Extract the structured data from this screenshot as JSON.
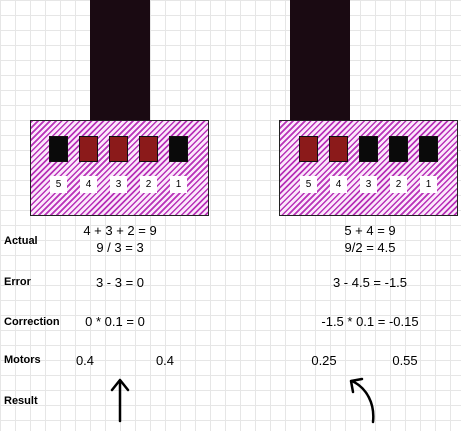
{
  "colors": {
    "stem": "#1a0a12",
    "board_hatch": "#b832b8",
    "board_fill": "#fbe8fb",
    "sensor_on": "#8b1a1a",
    "sensor_off": "#0a0a0a"
  },
  "row_labels": {
    "actual": "Actual",
    "error": "Error",
    "correction": "Correction",
    "motors": "Motors",
    "result": "Result"
  },
  "left": {
    "sensors": [
      {
        "number": "5",
        "state": "off"
      },
      {
        "number": "4",
        "state": "on"
      },
      {
        "number": "3",
        "state": "on"
      },
      {
        "number": "2",
        "state": "on"
      },
      {
        "number": "1",
        "state": "off"
      }
    ],
    "actual_line1": "4 + 3 + 2 = 9",
    "actual_line2": "9 / 3 = 3",
    "error": "3 - 3 = 0",
    "correction": "0 * 0.1 = 0",
    "motor_left": "0.4",
    "motor_right": "0.4",
    "result_icon": "arrow-up-icon"
  },
  "right": {
    "sensors": [
      {
        "number": "5",
        "state": "on"
      },
      {
        "number": "4",
        "state": "on"
      },
      {
        "number": "3",
        "state": "off"
      },
      {
        "number": "2",
        "state": "off"
      },
      {
        "number": "1",
        "state": "off"
      }
    ],
    "actual_line1": "5 + 4 = 9",
    "actual_line2": "9/2 = 4.5",
    "error": "3 - 4.5 = -1.5",
    "correction": "-1.5 * 0.1 = -0.15",
    "motor_left": "0.25",
    "motor_right": "0.55",
    "result_icon": "arrow-curve-left-icon"
  }
}
